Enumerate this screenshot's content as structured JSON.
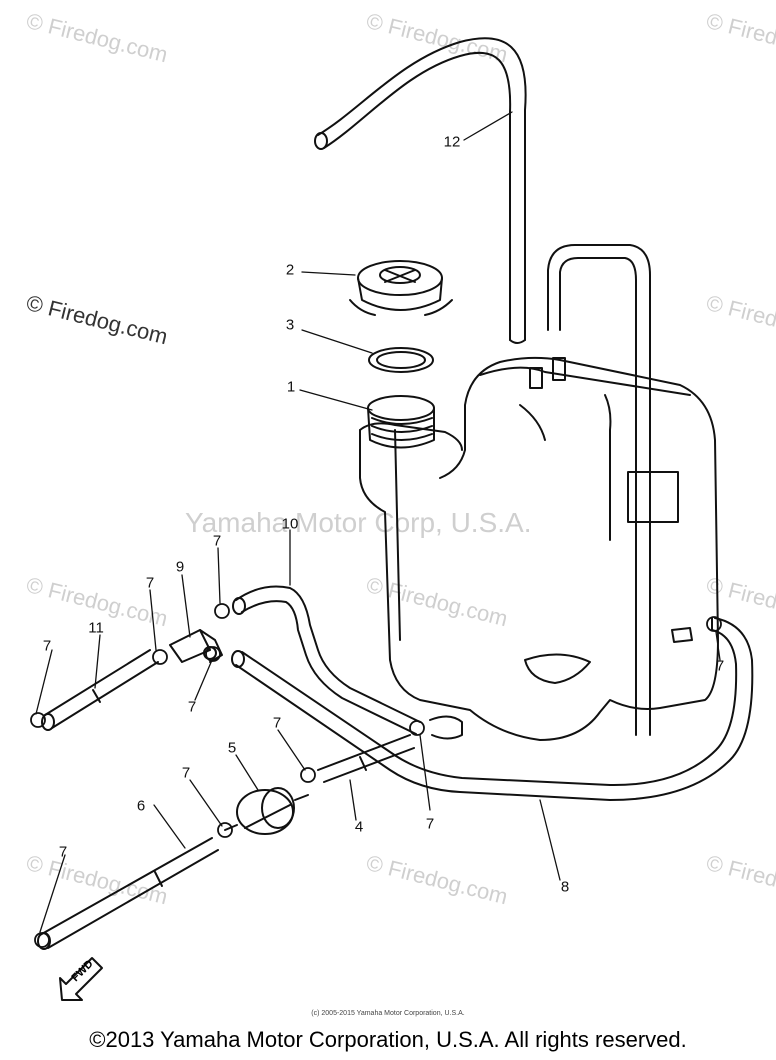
{
  "watermarks": {
    "site": "© Firedog.com",
    "center": "Yamaha Motor Corp, U.S.A."
  },
  "callouts": [
    "1",
    "2",
    "3",
    "4",
    "5",
    "6",
    "7",
    "8",
    "9",
    "10",
    "11",
    "12"
  ],
  "fwd_label": "FWD",
  "fine_print": "(c) 2005-2015 Yamaha Motor Corporation, U.S.A.",
  "copyright": "©2013 Yamaha Motor Corporation, U.S.A. All rights reserved."
}
